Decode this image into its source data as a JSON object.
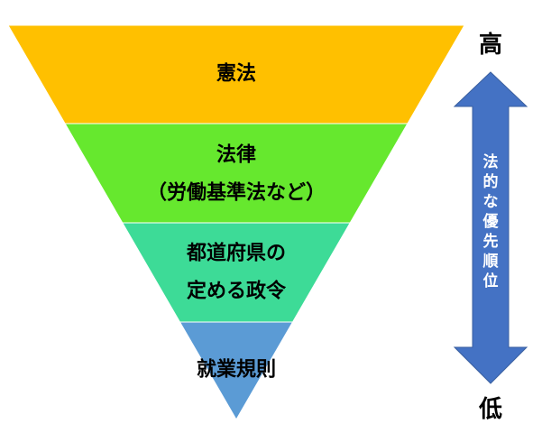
{
  "levels": [
    {
      "lines": [
        "憲法"
      ],
      "color": "#FFC000"
    },
    {
      "lines": [
        "法律",
        "（労働基準法など）"
      ],
      "color": "#66E82E"
    },
    {
      "lines": [
        "都道府県の",
        "定める政令"
      ],
      "color": "#3DDB97"
    },
    {
      "lines": [
        "就業規則"
      ],
      "color": "#5B9BD5"
    }
  ],
  "axis": {
    "high": "高",
    "low": "低",
    "label": "法的な優先順位",
    "arrow_color": "#4472C4"
  }
}
